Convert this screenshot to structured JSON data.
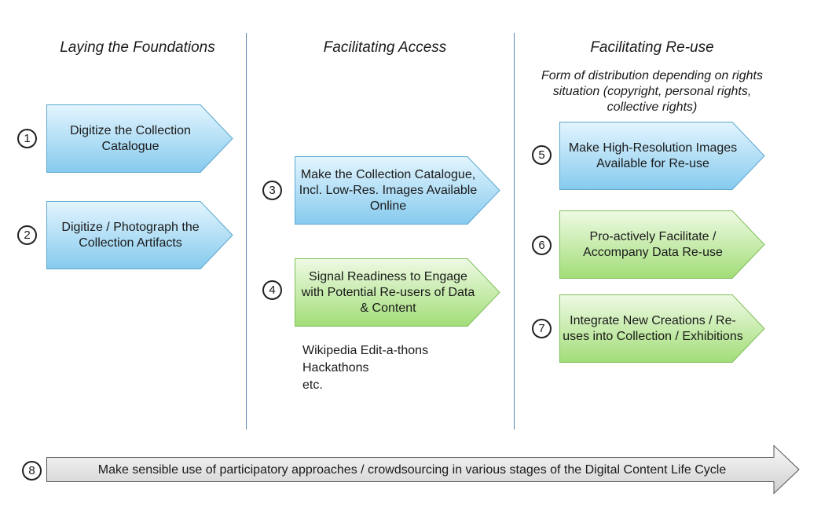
{
  "columns": [
    {
      "title": "Laying the Foundations"
    },
    {
      "title": "Facilitating Access"
    },
    {
      "title": "Facilitating Re-use",
      "note": "Form of distribution depending on rights situation (copyright, personal rights, collective rights)"
    }
  ],
  "steps": [
    {
      "number": "1",
      "label": "Digitize the Collection Catalogue",
      "color": "blue"
    },
    {
      "number": "2",
      "label": "Digitize / Photograph the Collection Artifacts",
      "color": "blue"
    },
    {
      "number": "3",
      "label": "Make the Collection Catalogue, Incl. Low-Res. Images Available Online",
      "color": "blue"
    },
    {
      "number": "4",
      "label": "Signal Readiness to Engage with Potential Re-users of Data & Content",
      "color": "green"
    },
    {
      "number": "5",
      "label": "Make High-Resolution Images Available for Re-use",
      "color": "blue"
    },
    {
      "number": "6",
      "label": "Pro-actively Facilitate / Accompany Data Re-use",
      "color": "green"
    },
    {
      "number": "7",
      "label": "Integrate New Creations / Re-uses into Collection / Exhibitions",
      "color": "green"
    },
    {
      "number": "8",
      "label": "Make sensible use of participatory approaches / crowdsourcing in various stages of the Digital Content Life Cycle",
      "color": "gray"
    }
  ],
  "examples": [
    "Wikipedia Edit-a-thons",
    "Hackathons",
    "etc."
  ],
  "colors": {
    "blue_light": "#d7f0fc",
    "blue_dark": "#8fcff0",
    "blue_stroke": "#5ba6cf",
    "green_light": "#e4f8d4",
    "green_dark": "#a7e07f",
    "green_stroke": "#7fbe5a",
    "gray_light": "#f6f6f6",
    "gray_dark": "#d4d4d4",
    "gray_stroke": "#555555",
    "divider": "#5a87b0"
  }
}
